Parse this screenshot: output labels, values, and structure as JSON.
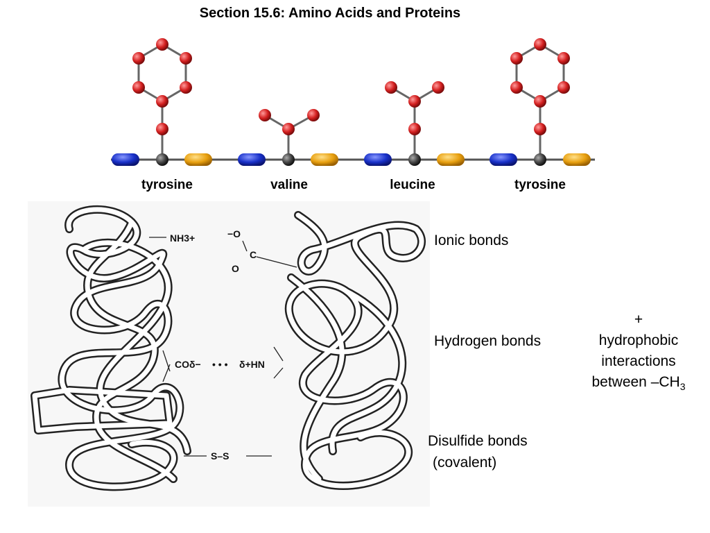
{
  "title": "Section 15.6:  Amino Acids and Proteins",
  "amino_acids": [
    "tyrosine",
    "valine",
    "leucine",
    "tyrosine"
  ],
  "atom_colors": {
    "side_chain": "#d42020",
    "alpha_carbon": "#444444",
    "amino_end": "#1830c8",
    "carboxyl_end": "#e8a010",
    "backbone_bond": "#555555"
  },
  "figure_labels": {
    "amine": "NH3+",
    "carboxylate_charge": "−O",
    "carboxylate_c": "C",
    "carboxylate_o": "O",
    "carbonyl": "COδ−",
    "dots": "• • •",
    "nh": "δ+HN",
    "disulfide": "S–S"
  },
  "bond_labels": {
    "ionic": "Ionic bonds",
    "hydrogen": "Hydrogen bonds",
    "disulfide_line1": "Disulfide bonds",
    "disulfide_line2": "(covalent)"
  },
  "side_note": {
    "plus": "+",
    "line1": "hydrophobic",
    "line2": "interactions",
    "line3_text": "between –CH",
    "line3_sub": "3"
  }
}
